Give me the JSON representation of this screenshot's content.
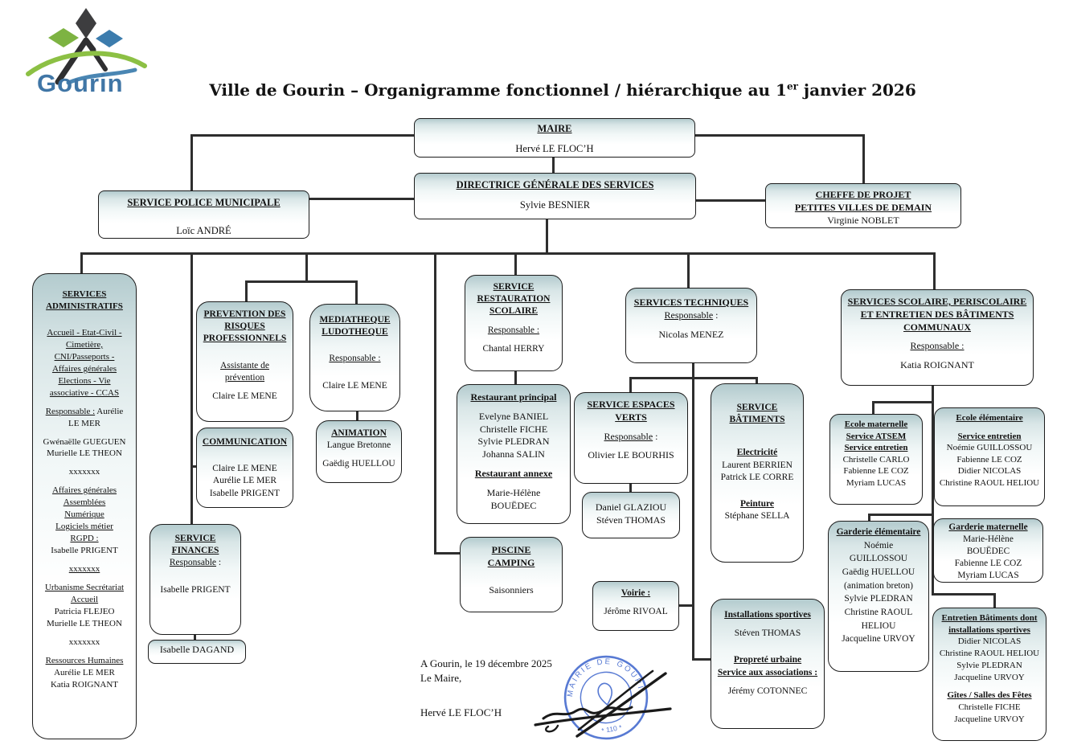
{
  "logo": {
    "text": "Gourin"
  },
  "title": {
    "prefix": "Ville de Gourin – Organigramme fonctionnel / hiérarchique au 1",
    "superscript": "er",
    "suffix": " janvier 2026"
  },
  "colors": {
    "box_gradient_top": "#b3cbce",
    "box_border": "#1c1c1c",
    "connector": "#2e2e2e",
    "logo_green": "#7db342",
    "logo_blue": "#3c7cad",
    "logo_dark": "#3d3d3f",
    "logo_text_blue": "#4076a6",
    "stamp_blue": "#4a6fd0"
  },
  "signature": {
    "place_date": "A Gourin, le 19 décembre 2025",
    "role": "Le Maire,",
    "name": "Hervé LE FLOC’H"
  },
  "stamp": {
    "arc_text": "MAIRIE DE GOURIN",
    "bottom_text": "* 110 *"
  },
  "boxes": {
    "maire": {
      "lines": [
        {
          "t": "MAIRE",
          "s": "t"
        },
        {
          "s": "sp"
        },
        {
          "t": "Hervé LE FLOC’H"
        }
      ]
    },
    "dgs": {
      "lines": [
        {
          "t": "DIRECTRICE GÉNÉRALE DES SERVICES",
          "s": "t"
        },
        {
          "s": "sp"
        },
        {
          "t": "Sylvie BESNIER"
        }
      ]
    },
    "police": {
      "lines": [
        {
          "t": "SERVICE POLICE MUNICIPALE",
          "s": "t"
        },
        {
          "s": "sp2"
        },
        {
          "t": "Loïc ANDRÉ"
        }
      ]
    },
    "cheffe": {
      "lines": [
        {
          "t": "CHEFFE DE PROJET",
          "s": "t"
        },
        {
          "t": "PETITES VILLES DE DEMAIN",
          "s": "t"
        },
        {
          "t": "Virginie NOBLET"
        }
      ]
    },
    "admin": {
      "lines": [
        {
          "t": "SERVICES",
          "s": "t"
        },
        {
          "t": "ADMINISTRATIFS",
          "s": "t"
        },
        {
          "s": "sp2"
        },
        {
          "t": "Accueil - Etat-Civil -",
          "s": "u"
        },
        {
          "t": "Cimetière,",
          "s": "u"
        },
        {
          "t": "CNI/Passeports -",
          "s": "u"
        },
        {
          "t": "Affaires générales",
          "s": "u"
        },
        {
          "t": "Elections - Vie",
          "s": "u"
        },
        {
          "t": "associative - CCAS",
          "s": "u"
        },
        {
          "s": "sp"
        },
        {
          "parts": [
            {
              "t": "Responsable :",
              "s": "u"
            },
            {
              "t": " Aurélie"
            }
          ]
        },
        {
          "t": "LE MER"
        },
        {
          "s": "sp"
        },
        {
          "t": "Gwénaëlle GUEGUEN"
        },
        {
          "t": "Murielle LE THEON"
        },
        {
          "s": "sp"
        },
        {
          "t": "xxxxxxx"
        },
        {
          "s": "sp"
        },
        {
          "t": "Affaires générales",
          "s": "u"
        },
        {
          "t": "Assemblées",
          "s": "u"
        },
        {
          "t": "Numérique",
          "s": "u"
        },
        {
          "t": "Logiciels métier",
          "s": "u"
        },
        {
          "t": "RGPD :",
          "s": "u"
        },
        {
          "t": "Isabelle PRIGENT"
        },
        {
          "s": "sp"
        },
        {
          "t": "xxxxxxx",
          "s": "u"
        },
        {
          "s": "sp"
        },
        {
          "t": "Urbanisme Secrétariat",
          "s": "u"
        },
        {
          "t": "Accueil",
          "s": "u"
        },
        {
          "t": "Patricia FLEJEO"
        },
        {
          "t": "Murielle LE THEON"
        },
        {
          "s": "sp"
        },
        {
          "t": "xxxxxxx"
        },
        {
          "s": "sp"
        },
        {
          "t": "Ressources Humaines",
          "s": "u"
        },
        {
          "t": "Aurélie LE MER"
        },
        {
          "t": "Katia ROIGNANT"
        }
      ]
    },
    "prevention": {
      "lines": [
        {
          "t": "PREVENTION DES",
          "s": "t"
        },
        {
          "t": "RISQUES",
          "s": "t"
        },
        {
          "t": "PROFESSIONNELS",
          "s": "t"
        },
        {
          "s": "sp2"
        },
        {
          "t": "Assistante de",
          "s": "u"
        },
        {
          "t": "prévention",
          "s": "u"
        },
        {
          "s": "sp"
        },
        {
          "t": "Claire LE MENE"
        }
      ]
    },
    "communication": {
      "lines": [
        {
          "t": "COMMUNICATION",
          "s": "t"
        },
        {
          "s": "sp2"
        },
        {
          "t": "Claire LE MENE"
        },
        {
          "t": "Aurélie LE MER"
        },
        {
          "t": "Isabelle PRIGENT"
        }
      ]
    },
    "mediatheque": {
      "lines": [
        {
          "t": "MEDIATHEQUE",
          "s": "t"
        },
        {
          "t": "LUDOTHEQUE",
          "s": "t"
        },
        {
          "s": "sp2"
        },
        {
          "t": "Responsable :",
          "s": "u"
        },
        {
          "s": "sp2"
        },
        {
          "t": "Claire LE MENE"
        }
      ]
    },
    "animation": {
      "lines": [
        {
          "t": "ANIMATION",
          "s": "t"
        },
        {
          "t": "Langue Bretonne"
        },
        {
          "s": "sp"
        },
        {
          "t": "Gaëdig HUELLOU"
        }
      ]
    },
    "finances": {
      "lines": [
        {
          "t": "SERVICE",
          "s": "t"
        },
        {
          "t": "FINANCES",
          "s": "t"
        },
        {
          "parts": [
            {
              "t": "Responsable",
              "s": "u"
            },
            {
              "t": " :"
            }
          ]
        },
        {
          "s": "sp2"
        },
        {
          "t": "Isabelle PRIGENT"
        }
      ]
    },
    "dagand": {
      "lines": [
        {
          "t": "Isabelle DAGAND"
        }
      ]
    },
    "restauration": {
      "lines": [
        {
          "t": "SERVICE",
          "s": "t"
        },
        {
          "t": "RESTAURATION",
          "s": "t"
        },
        {
          "t": "SCOLAIRE",
          "s": "t"
        },
        {
          "s": "sp"
        },
        {
          "t": "Responsable :",
          "s": "u"
        },
        {
          "s": "sp"
        },
        {
          "t": "Chantal HERRY"
        }
      ]
    },
    "restaurant": {
      "lines": [
        {
          "t": "Restaurant principal",
          "s": "t"
        },
        {
          "s": "sp"
        },
        {
          "t": "Evelyne BANIEL"
        },
        {
          "t": "Christelle FICHE"
        },
        {
          "t": "Sylvie PLEDRAN"
        },
        {
          "t": "Johanna SALIN"
        },
        {
          "s": "sp"
        },
        {
          "t": "Restaurant annexe",
          "s": "t"
        },
        {
          "s": "sp"
        },
        {
          "t": "Marie-Hélène"
        },
        {
          "t": "BOUËDEC"
        }
      ]
    },
    "piscine": {
      "lines": [
        {
          "t": "PISCINE",
          "s": "t"
        },
        {
          "t": "CAMPING",
          "s": "t"
        },
        {
          "s": "sp2"
        },
        {
          "t": "Saisonniers"
        }
      ]
    },
    "techniques": {
      "lines": [
        {
          "t": "SERVICES TECHNIQUES",
          "s": "t"
        },
        {
          "parts": [
            {
              "t": "Responsable",
              "s": "u"
            },
            {
              "t": " :"
            }
          ]
        },
        {
          "s": "sp"
        },
        {
          "t": "Nicolas MENEZ"
        }
      ]
    },
    "espaces_verts": {
      "lines": [
        {
          "t": "SERVICE ESPACES",
          "s": "t"
        },
        {
          "t": "VERTS",
          "s": "t"
        },
        {
          "s": "sp"
        },
        {
          "parts": [
            {
              "t": "Responsable",
              "s": "u"
            },
            {
              "t": " :"
            }
          ]
        },
        {
          "s": "sp"
        },
        {
          "t": "Olivier LE BOURHIS"
        }
      ]
    },
    "glaziou": {
      "lines": [
        {
          "t": "Daniel GLAZIOU"
        },
        {
          "t": "Stéven THOMAS"
        }
      ]
    },
    "batiments": {
      "lines": [
        {
          "t": "SERVICE",
          "s": "t"
        },
        {
          "t": "BÂTIMENTS",
          "s": "t"
        },
        {
          "s": "sp2"
        },
        {
          "s": "sp"
        },
        {
          "t": "Electricité",
          "s": "t"
        },
        {
          "t": "Laurent BERRIEN"
        },
        {
          "t": "Patrick LE CORRE"
        },
        {
          "s": "sp2"
        },
        {
          "t": "Peinture",
          "s": "t"
        },
        {
          "t": "Stéphane SELLA"
        }
      ]
    },
    "voirie": {
      "lines": [
        {
          "t": "Voirie :",
          "s": "t"
        },
        {
          "s": "sp"
        },
        {
          "t": "Jérôme RIVOAL"
        }
      ]
    },
    "installations": {
      "lines": [
        {
          "t": "Installations sportives",
          "s": "t"
        },
        {
          "s": "sp"
        },
        {
          "t": "Stéven THOMAS"
        },
        {
          "s": "sp2"
        },
        {
          "t": "Propreté urbaine",
          "s": "t"
        },
        {
          "t": "Service aux associations :",
          "s": "t"
        },
        {
          "s": "sp"
        },
        {
          "t": "Jérémy COTONNEC"
        }
      ]
    },
    "scolaire": {
      "lines": [
        {
          "t": "SERVICES SCOLAIRE, PERISCOLAIRE",
          "s": "t"
        },
        {
          "t": "ET ENTRETIEN DES BÂTIMENTS",
          "s": "t"
        },
        {
          "t": "COMMUNAUX",
          "s": "t"
        },
        {
          "s": "sp"
        },
        {
          "t": "Responsable :",
          "s": "u"
        },
        {
          "s": "sp"
        },
        {
          "t": "Katia ROIGNANT"
        }
      ]
    },
    "ecole_mat": {
      "lines": [
        {
          "t": "Ecole maternelle",
          "s": "t"
        },
        {
          "t": "Service ATSEM",
          "s": "t"
        },
        {
          "t": "Service entretien",
          "s": "t"
        },
        {
          "t": "Christelle CARLO"
        },
        {
          "t": "Fabienne LE COZ"
        },
        {
          "t": "Myriam LUCAS"
        }
      ]
    },
    "ecole_elem": {
      "lines": [
        {
          "t": "Ecole élémentaire",
          "s": "t"
        },
        {
          "s": "sp"
        },
        {
          "t": "Service entretien",
          "s": "t"
        },
        {
          "t": "Noémie GUILLOSSOU"
        },
        {
          "t": "Fabienne LE COZ"
        },
        {
          "t": "Didier NICOLAS"
        },
        {
          "t": "Christine RAOUL HELIOU"
        }
      ]
    },
    "garderie_elem": {
      "lines": [
        {
          "t": "Garderie élémentaire",
          "s": "t"
        },
        {
          "t": "Noémie"
        },
        {
          "t": "GUILLOSSOU"
        },
        {
          "t": "Gaëdig HUELLOU"
        },
        {
          "t": "(animation breton)"
        },
        {
          "t": "Sylvie PLEDRAN"
        },
        {
          "t": "Christine RAOUL"
        },
        {
          "t": "HELIOU"
        },
        {
          "t": "Jacqueline URVOY"
        }
      ]
    },
    "garderie_mat": {
      "lines": [
        {
          "t": "Garderie maternelle",
          "s": "t"
        },
        {
          "t": "Marie-Hélène"
        },
        {
          "t": "BOUËDEC"
        },
        {
          "t": "Fabienne LE COZ"
        },
        {
          "t": "Myriam LUCAS"
        }
      ]
    },
    "entretien": {
      "lines": [
        {
          "t": "Entretien Bâtiments dont",
          "s": "t"
        },
        {
          "t": "installations sportives",
          "s": "t"
        },
        {
          "t": "Didier NICOLAS"
        },
        {
          "t": "Christine RAOUL HELIOU"
        },
        {
          "t": "Sylvie PLEDRAN"
        },
        {
          "t": "Jacqueline URVOY"
        },
        {
          "s": "sp"
        },
        {
          "t": "Gîtes / Salles des Fêtes",
          "s": "t"
        },
        {
          "t": "Christelle FICHE"
        },
        {
          "t": "Jacqueline URVOY"
        }
      ]
    }
  }
}
